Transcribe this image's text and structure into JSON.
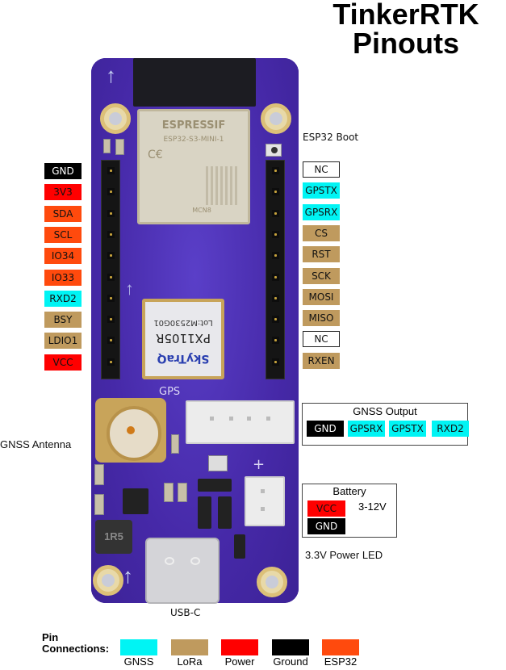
{
  "title": {
    "line1": "TinkerRTK",
    "line2": "Pinouts"
  },
  "colors": {
    "gnss": "#00f4f4",
    "lora": "#bf9a5e",
    "power": "#ff0000",
    "ground": "#000000",
    "esp32": "#ff4a0d",
    "board": "#4a2fb0"
  },
  "left_pins": [
    {
      "label": "GND",
      "type": "ground"
    },
    {
      "label": "3V3",
      "type": "power"
    },
    {
      "label": "SDA",
      "type": "esp32"
    },
    {
      "label": "SCL",
      "type": "esp32"
    },
    {
      "label": "IO34",
      "type": "esp32"
    },
    {
      "label": "IO33",
      "type": "esp32"
    },
    {
      "label": "RXD2",
      "type": "gnss"
    },
    {
      "label": "BSY",
      "type": "lora"
    },
    {
      "label": "LDIO1",
      "type": "lora"
    },
    {
      "label": "VCC",
      "type": "power"
    }
  ],
  "right_pins": [
    {
      "label": "NC",
      "type": "nc"
    },
    {
      "label": "GPSTX",
      "type": "gnss"
    },
    {
      "label": "GPSRX",
      "type": "gnss"
    },
    {
      "label": "CS",
      "type": "lora"
    },
    {
      "label": "RST",
      "type": "lora"
    },
    {
      "label": "SCK",
      "type": "lora"
    },
    {
      "label": "MOSI",
      "type": "lora"
    },
    {
      "label": "MISO",
      "type": "lora"
    },
    {
      "label": "NC",
      "type": "nc"
    },
    {
      "label": "RXEN",
      "type": "lora"
    }
  ],
  "annotations": {
    "esp32_boot": "ESP32 Boot",
    "gnss_antenna": "GNSS Antenna",
    "usb_c": "USB-C",
    "power_led": "3.3V Power LED"
  },
  "gnss_output": {
    "title": "GNSS Output",
    "pins": [
      {
        "label": "GND",
        "type": "ground"
      },
      {
        "label": "GPSRX",
        "type": "gnss"
      },
      {
        "label": "GPSTX",
        "type": "gnss"
      },
      {
        "label": "RXD2",
        "type": "gnss"
      }
    ]
  },
  "battery": {
    "title": "Battery",
    "voltage": "3-12V",
    "pins": [
      {
        "label": "VCC",
        "type": "power"
      },
      {
        "label": "GND",
        "type": "ground"
      }
    ]
  },
  "board": {
    "esp_brand": "ESPRESSIF",
    "esp_model": "ESP32-S3-MINI-1",
    "esp_mark": "MCN8",
    "gps_brand": "SkyTraQ",
    "gps_model": "PX1105R",
    "gps_lot": "Lot:M2530G01",
    "silk_gps": "GPS",
    "silk_plus": "+",
    "inductor_mark": "1R5"
  },
  "legend": {
    "title_line1": "Pin",
    "title_line2": "Connections:",
    "items": [
      {
        "label": "GNSS",
        "color": "#00f4f4"
      },
      {
        "label": "LoRa",
        "color": "#bf9a5e"
      },
      {
        "label": "Power",
        "color": "#ff0000"
      },
      {
        "label": "Ground",
        "color": "#000000"
      },
      {
        "label": "ESP32",
        "color": "#ff4a0d"
      }
    ]
  }
}
